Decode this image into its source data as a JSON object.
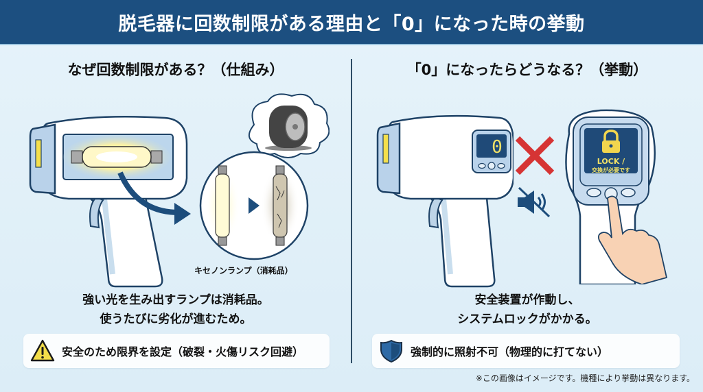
{
  "header": {
    "title": "脱毛器に回数制限がある理由と「0」になった時の挙動"
  },
  "colors": {
    "header_bg": "#1c4f80",
    "background": "#e3f1f9",
    "accent_navy": "#1d4d7c",
    "warning_yellow": "#f3dd4a",
    "cross_red": "#d63434",
    "lamp_glow": "#fff5a8",
    "display_bg": "#1f4a78",
    "display_text": "#f2e266"
  },
  "left_panel": {
    "title": "なぜ回数制限がある？（仕組み）",
    "lamp_caption": "キセノンランプ（消耗品）",
    "description_line1": "強い光を生み出すランプは消耗品。",
    "description_line2": "使うたびに劣化が進むため。",
    "note": {
      "icon": "warning-triangle-icon",
      "text": "安全のため限界を設定（破裂・火傷リスク回避）"
    },
    "illustration": {
      "device": "hair-removal-device-with-visible-lamp",
      "comparison": [
        "new-lamp-glowing",
        "worn-lamp-cracked"
      ],
      "thought_bubble": "worn-tire-icon"
    }
  },
  "right_panel": {
    "title": "「0」になったらどうなる？（挙動）",
    "counter_display": "0",
    "lock_screen": {
      "line1": "LOCK /",
      "line2": "交換が必要です"
    },
    "description_line1": "安全装置が作動し、",
    "description_line2": "システムロックがかかる。",
    "note": {
      "icon": "shield-icon",
      "text": "強制的に照射不可（物理的に打てない）"
    },
    "illustration": {
      "device": "hair-removal-device-counter-zero",
      "status_icons": [
        "red-cross-icon",
        "mute-speaker-icon"
      ],
      "lock_device": "device-display-lock-with-finger-press"
    }
  },
  "footnote": "※この画像はイメージです。機種により挙動は異なります。"
}
